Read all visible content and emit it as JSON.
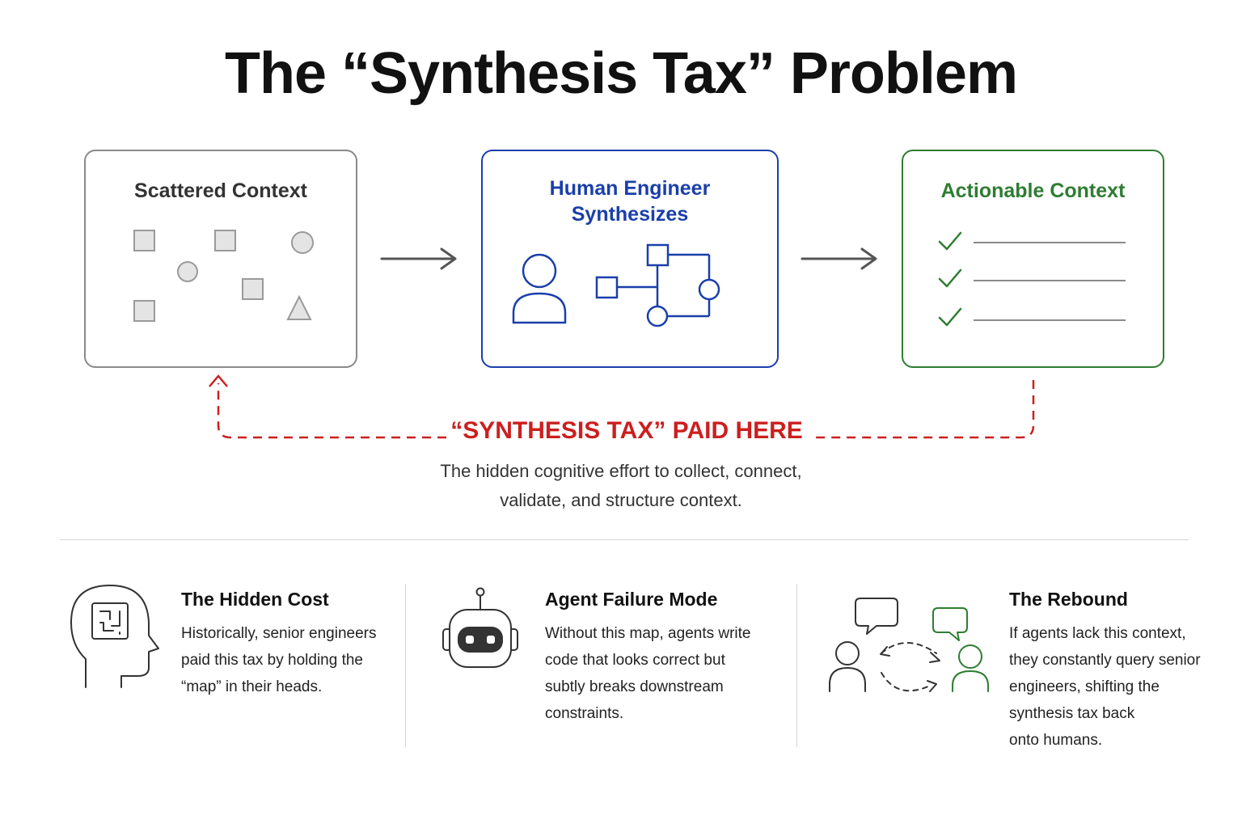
{
  "title": "The “Synthesis Tax” Problem",
  "boxes": {
    "scattered": {
      "title": "Scattered Context"
    },
    "human": {
      "title_line1": "Human Engineer",
      "title_line2": "Synthesizes"
    },
    "actionable": {
      "title": "Actionable Context"
    }
  },
  "tax": {
    "label": "“SYNTHESIS TAX” PAID HERE",
    "desc_line1": "The hidden cognitive effort to collect, connect,",
    "desc_line2": "validate, and structure context."
  },
  "columns": [
    {
      "title": "The Hidden Cost",
      "icon": "head-brain-icon",
      "lines": [
        "Historically, senior engineers",
        "paid this tax by holding the",
        "“map” in their heads."
      ]
    },
    {
      "title": "Agent Failure Mode",
      "icon": "robot-icon",
      "lines": [
        "Without this map, agents write",
        "code that looks correct but",
        "subtly breaks downstream",
        "constraints."
      ]
    },
    {
      "title": "The Rebound",
      "icon": "people-conversation-icon",
      "lines": [
        "If agents lack this context,",
        "they constantly query senior",
        "engineers, shifting the",
        "synthesis tax back",
        "onto humans."
      ]
    }
  ],
  "colors": {
    "neutral": "#8a8a8a",
    "blue": "#1a3faa",
    "green": "#2e7d32",
    "red": "#cc1f1f"
  }
}
